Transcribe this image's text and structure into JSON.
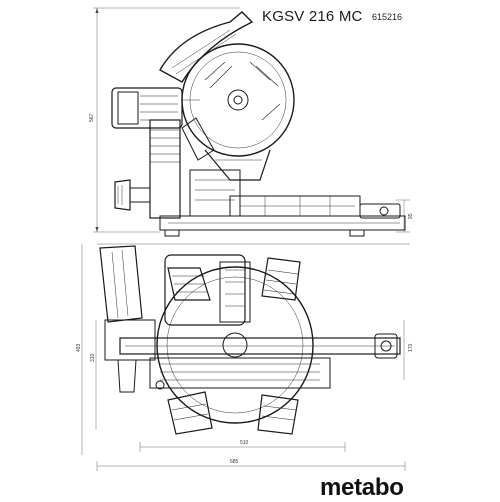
{
  "header": {
    "model": "KGSV 216 MC",
    "code": "615216"
  },
  "brand": "metabo",
  "dimensions": {
    "side_height": "567",
    "side_base_height": "95",
    "top_depth": "493",
    "top_inner": "310",
    "top_right": "170",
    "width_inner": "510",
    "width_total": "685"
  },
  "colors": {
    "line": "#1a1a1a",
    "background": "#ffffff"
  }
}
